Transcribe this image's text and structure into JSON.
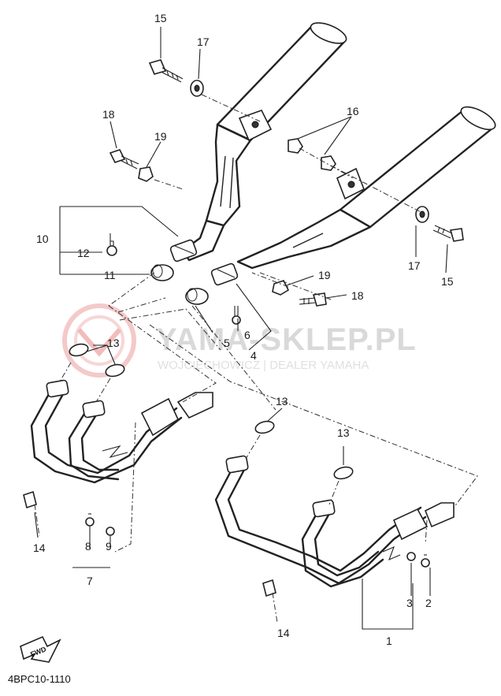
{
  "diagram_code": "4BPC10-1110",
  "fwd_label": "FWD",
  "watermark": {
    "title": "YAMA-SKLEP.PL",
    "subtitle": "WOJCIECHOWICZ | DEALER YAMAHA"
  },
  "callouts": {
    "c15a": "15",
    "c17a": "17",
    "c18a": "18",
    "c19a": "19",
    "c16": "16",
    "c10": "10",
    "c12": "12",
    "c11": "11",
    "c17b": "17",
    "c15b": "15",
    "c19b": "19",
    "c18b": "18",
    "c5": "5",
    "c6": "6",
    "c4": "4",
    "c13a": "13",
    "c13b": "13",
    "c13c": "13",
    "c14a": "14",
    "c14b": "14",
    "c8": "8",
    "c9": "9",
    "c7": "7",
    "c3": "3",
    "c2": "2",
    "c1": "1"
  }
}
